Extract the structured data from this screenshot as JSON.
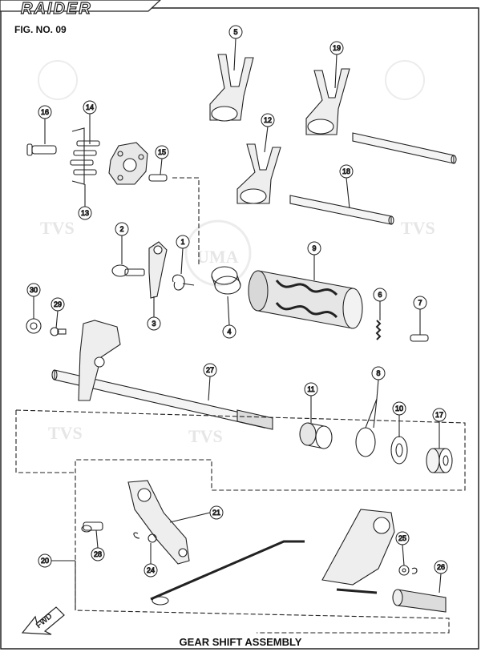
{
  "header": {
    "logo_text": "RAIDER",
    "figure_number": "FIG. NO. 09"
  },
  "caption": "GEAR SHIFT ASSEMBLY",
  "fwd_label": "FWD",
  "callouts": [
    "1",
    "2",
    "3",
    "4",
    "5",
    "6",
    "7",
    "8",
    "9",
    "10",
    "11",
    "12",
    "13",
    "14",
    "15",
    "16",
    "17",
    "18",
    "19",
    "20",
    "21",
    "24",
    "25",
    "26",
    "27",
    "28",
    "29",
    "30"
  ],
  "watermarks": [
    "TVS",
    "UMA"
  ],
  "colors": {
    "line": "#222222",
    "watermark": "#e6e6e6"
  }
}
